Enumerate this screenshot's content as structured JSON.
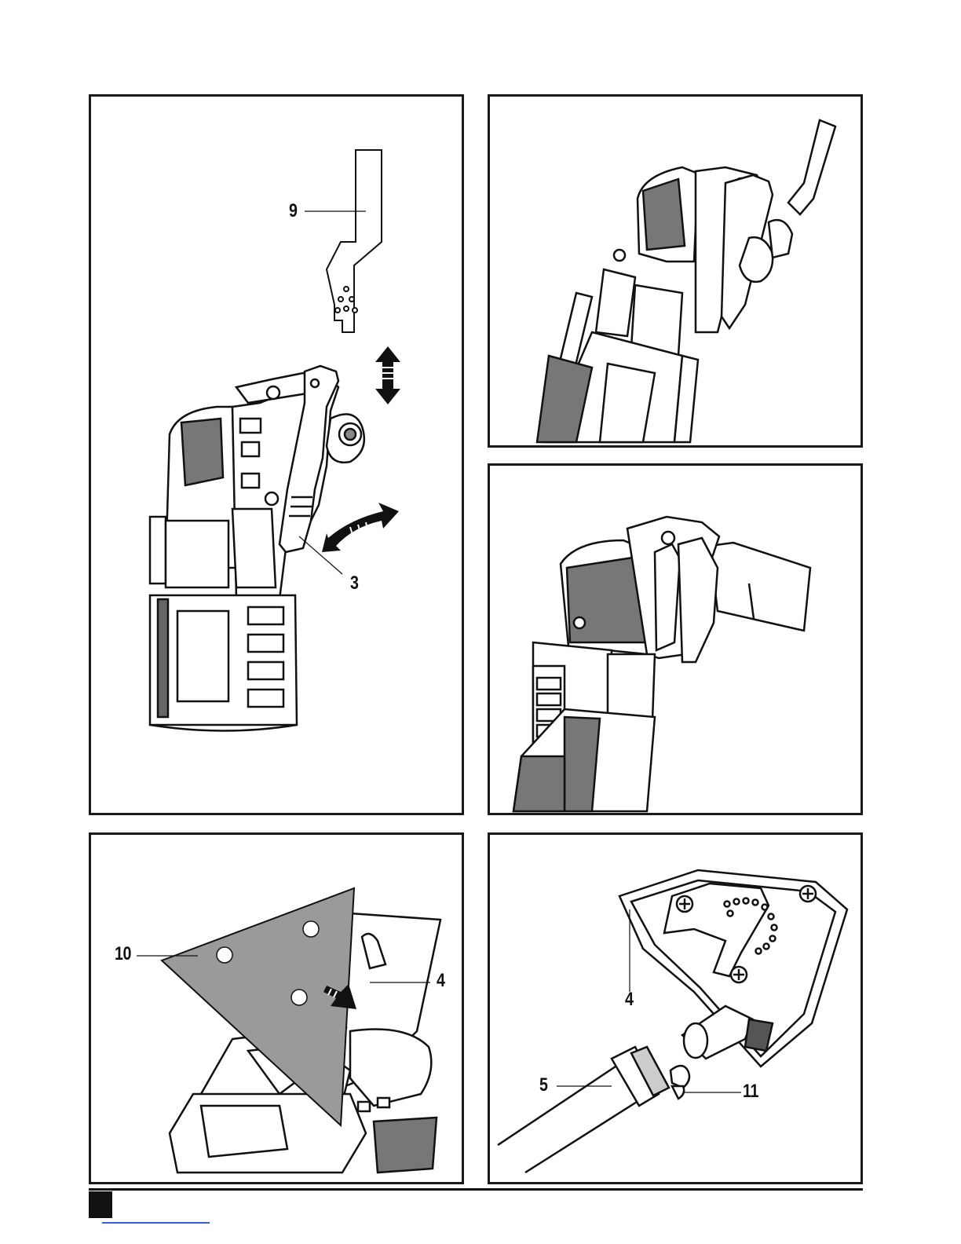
{
  "figures": {
    "a": {
      "callouts": {
        "blade": "9",
        "lever": "3"
      }
    },
    "b": {},
    "c": {},
    "d": {
      "callouts": {
        "sanding_sheet": "10",
        "sanding_pad": "4"
      }
    },
    "e": {
      "callouts": {
        "sanding_pad": "4",
        "hose": "5",
        "clamp": "11"
      }
    }
  },
  "icons": [
    "double-arrow-vertical-icon",
    "double-arrow-curved-icon",
    "insert-arrow-icon"
  ],
  "colors": {
    "ink": "#111111",
    "sheet_fill": "#9a9a9a",
    "link": "#3b5bd6"
  }
}
